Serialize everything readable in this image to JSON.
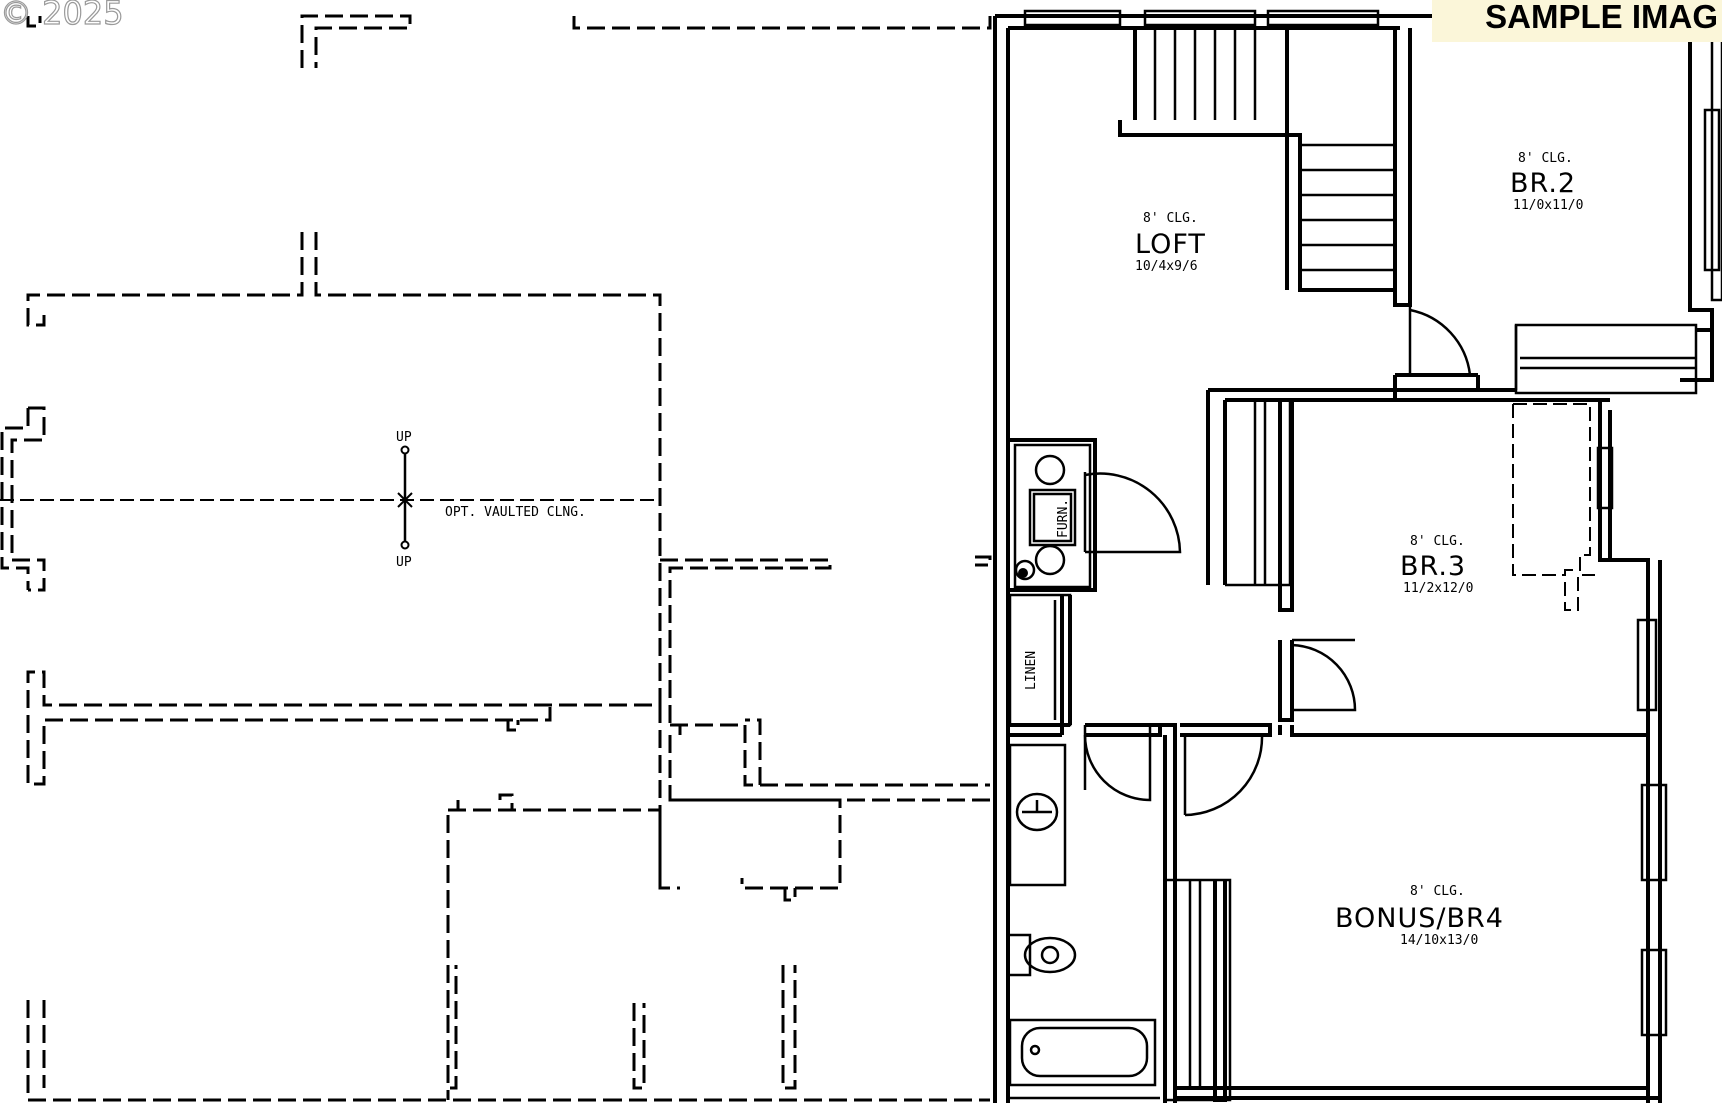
{
  "watermark": {
    "copyright": "© 2025"
  },
  "badge": {
    "text": "SAMPLE IMAG"
  },
  "rooms": {
    "loft": {
      "ceiling": "8' CLG.",
      "name": "LOFT",
      "dims": "10/4x9/6"
    },
    "br2": {
      "ceiling": "8' CLG.",
      "name": "BR.2",
      "dims": "11/0x11/0"
    },
    "br3": {
      "ceiling": "8' CLG.",
      "name": "BR.3",
      "dims": "11/2x12/0"
    },
    "bonus": {
      "ceiling": "8' CLG.",
      "name": "BONUS/BR4",
      "dims": "14/10x13/0"
    }
  },
  "labels": {
    "up_top": "UP",
    "up_bottom": "UP",
    "vaulted": "OPT. VAULTED CLNG.",
    "linen": "LINEN",
    "furnace": "FURN."
  }
}
